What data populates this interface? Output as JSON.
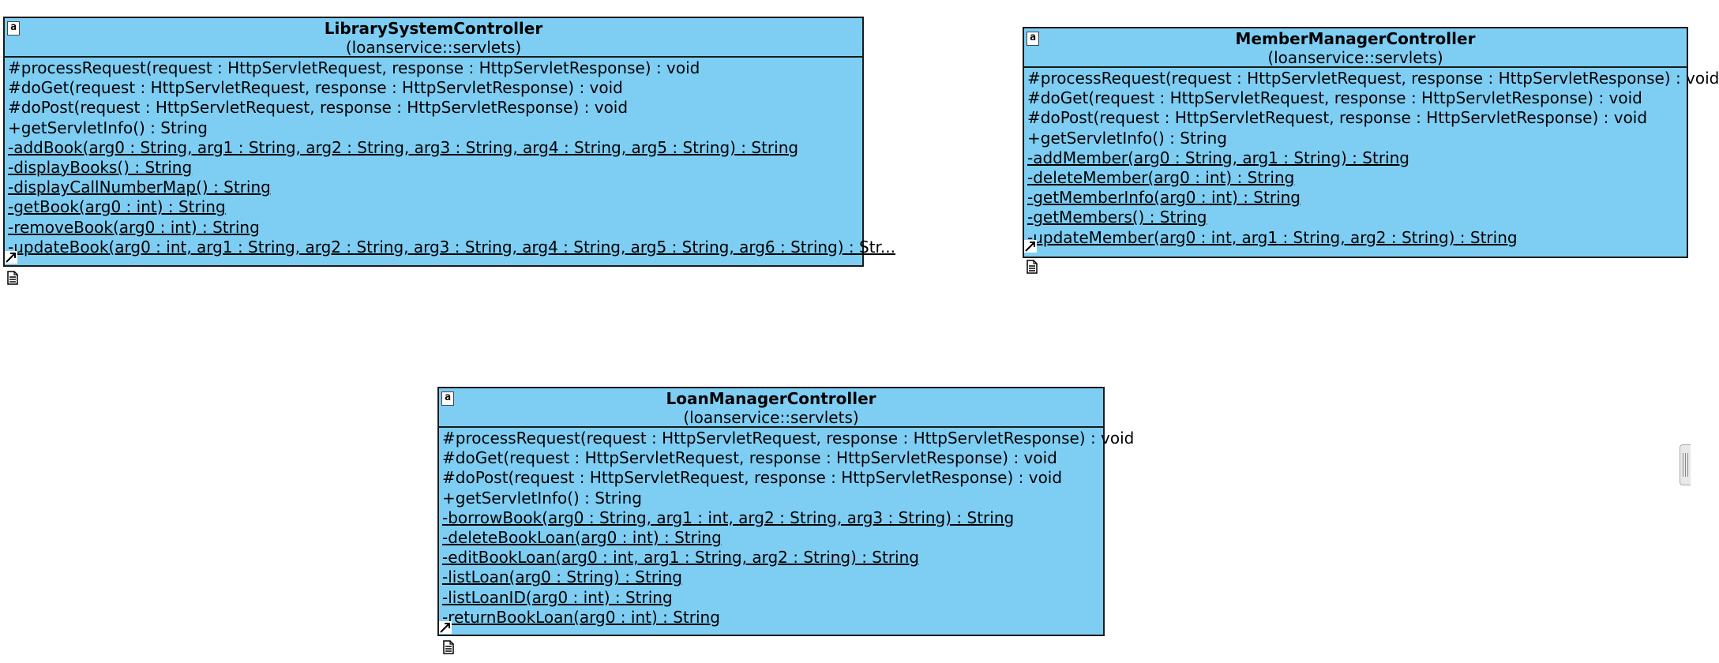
{
  "classes": [
    {
      "name": "LibrarySystemController",
      "package": "(loanservice::servlets)",
      "operations": [
        {
          "text": "#processRequest(request : HttpServletRequest, response : HttpServletResponse) : void",
          "static": false
        },
        {
          "text": "#doGet(request : HttpServletRequest, response : HttpServletResponse) : void",
          "static": false
        },
        {
          "text": "#doPost(request : HttpServletRequest, response : HttpServletResponse) : void",
          "static": false
        },
        {
          "text": "+getServletInfo() : String",
          "static": false
        },
        {
          "text": "-addBook(arg0 : String, arg1 : String, arg2 : String, arg3 : String, arg4 : String, arg5 : String) : String",
          "static": true
        },
        {
          "text": "-displayBooks() : String",
          "static": true
        },
        {
          "text": "-displayCallNumberMap() : String",
          "static": true
        },
        {
          "text": "-getBook(arg0 : int) : String",
          "static": true
        },
        {
          "text": "-removeBook(arg0 : int) : String",
          "static": true
        },
        {
          "text": "-updateBook(arg0 : int, arg1 : String, arg2 : String, arg3 : String, arg4 : String, arg5 : String, arg6 : String) : Str...",
          "static": true
        }
      ]
    },
    {
      "name": "MemberManagerController",
      "package": "(loanservice::servlets)",
      "operations": [
        {
          "text": "#processRequest(request : HttpServletRequest, response : HttpServletResponse) : void",
          "static": false
        },
        {
          "text": "#doGet(request : HttpServletRequest, response : HttpServletResponse) : void",
          "static": false
        },
        {
          "text": "#doPost(request : HttpServletRequest, response : HttpServletResponse) : void",
          "static": false
        },
        {
          "text": "+getServletInfo() : String",
          "static": false
        },
        {
          "text": "-addMember(arg0 : String, arg1 : String) : String",
          "static": true
        },
        {
          "text": "-deleteMember(arg0 : int) : String",
          "static": true
        },
        {
          "text": "-getMemberInfo(arg0 : int) : String",
          "static": true
        },
        {
          "text": "-getMembers() : String",
          "static": true
        },
        {
          "text": "-updateMember(arg0 : int, arg1 : String, arg2 : String) : String",
          "static": true
        }
      ]
    },
    {
      "name": "LoanManagerController",
      "package": "(loanservice::servlets)",
      "operations": [
        {
          "text": "#processRequest(request : HttpServletRequest, response : HttpServletResponse) : void",
          "static": false
        },
        {
          "text": "#doGet(request : HttpServletRequest, response : HttpServletResponse) : void",
          "static": false
        },
        {
          "text": "#doPost(request : HttpServletRequest, response : HttpServletResponse) : void",
          "static": false
        },
        {
          "text": "+getServletInfo() : String",
          "static": false
        },
        {
          "text": "-borrowBook(arg0 : String, arg1 : int, arg2 : String, arg3 : String) : String",
          "static": true
        },
        {
          "text": "-deleteBookLoan(arg0 : int) : String",
          "static": true
        },
        {
          "text": "-editBookLoan(arg0 : int, arg1 : String, arg2 : String) : String",
          "static": true
        },
        {
          "text": "-listLoan(arg0 : String) : String",
          "static": true
        },
        {
          "text": "-listLoanID(arg0 : int) : String",
          "static": true
        },
        {
          "text": "-returnBookLoan(arg0 : int) : String",
          "static": true
        }
      ]
    }
  ],
  "badge_label": "a",
  "colors": {
    "class_fill": "#7ecef4",
    "border": "#1a1a1a"
  },
  "icons": [
    "abstract-badge-icon",
    "link-arrow-icon",
    "document-icon",
    "scroll-grip-icon"
  ]
}
